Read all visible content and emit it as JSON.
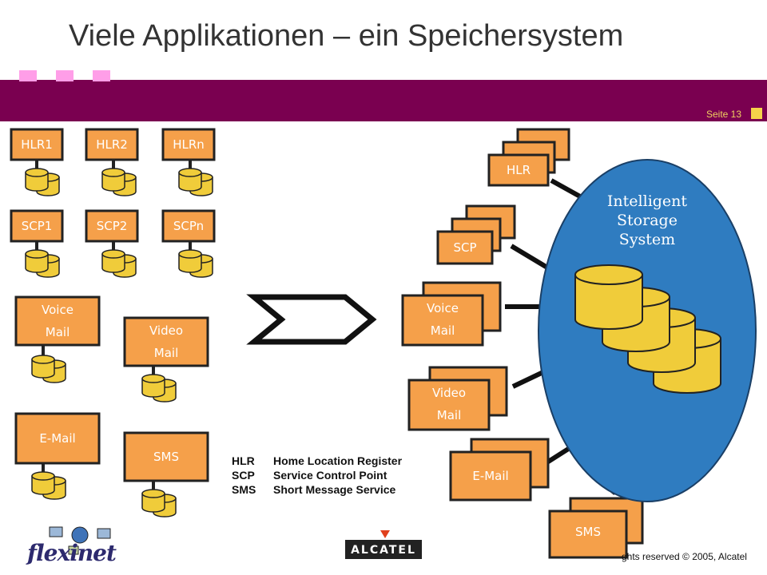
{
  "slide": {
    "title": "Viele Applikationen – ein Speichersystem",
    "page_label": "Seite 13",
    "copyright": "ghts reserved © 2005, Alcatel",
    "brand_logo_text": "flexinet",
    "company_logo_text": "ALCATEL"
  },
  "colors": {
    "header_band": "#7a0050",
    "box_fill": "#f5a04a",
    "box_outline": "#222222",
    "db_fill": "#f0cc3a",
    "storage_circle": "#2f7cc0",
    "accent_square": "#f5d24a"
  },
  "left_apps": {
    "hlr": [
      "HLR1",
      "HLR2",
      "HLRn"
    ],
    "scp": [
      "SCP1",
      "SCP2",
      "SCPn"
    ],
    "voice_mail": [
      "Voice",
      "Mail"
    ],
    "video_mail": [
      "Video",
      "Mail"
    ],
    "email": "E-Mail",
    "sms": "SMS"
  },
  "right_apps": {
    "hlr": "HLR",
    "scp": "SCP",
    "voice_mail": [
      "Voice",
      "Mail"
    ],
    "video_mail": [
      "Video",
      "Mail"
    ],
    "email": "E-Mail",
    "sms": "SMS"
  },
  "storage": {
    "label_lines": [
      "Intelligent",
      "Storage",
      "System"
    ]
  },
  "legend": [
    {
      "abbr": "HLR",
      "text": "Home Location Register"
    },
    {
      "abbr": "SCP",
      "text": "Service Control Point"
    },
    {
      "abbr": "SMS",
      "text": "Short Message Service"
    }
  ]
}
